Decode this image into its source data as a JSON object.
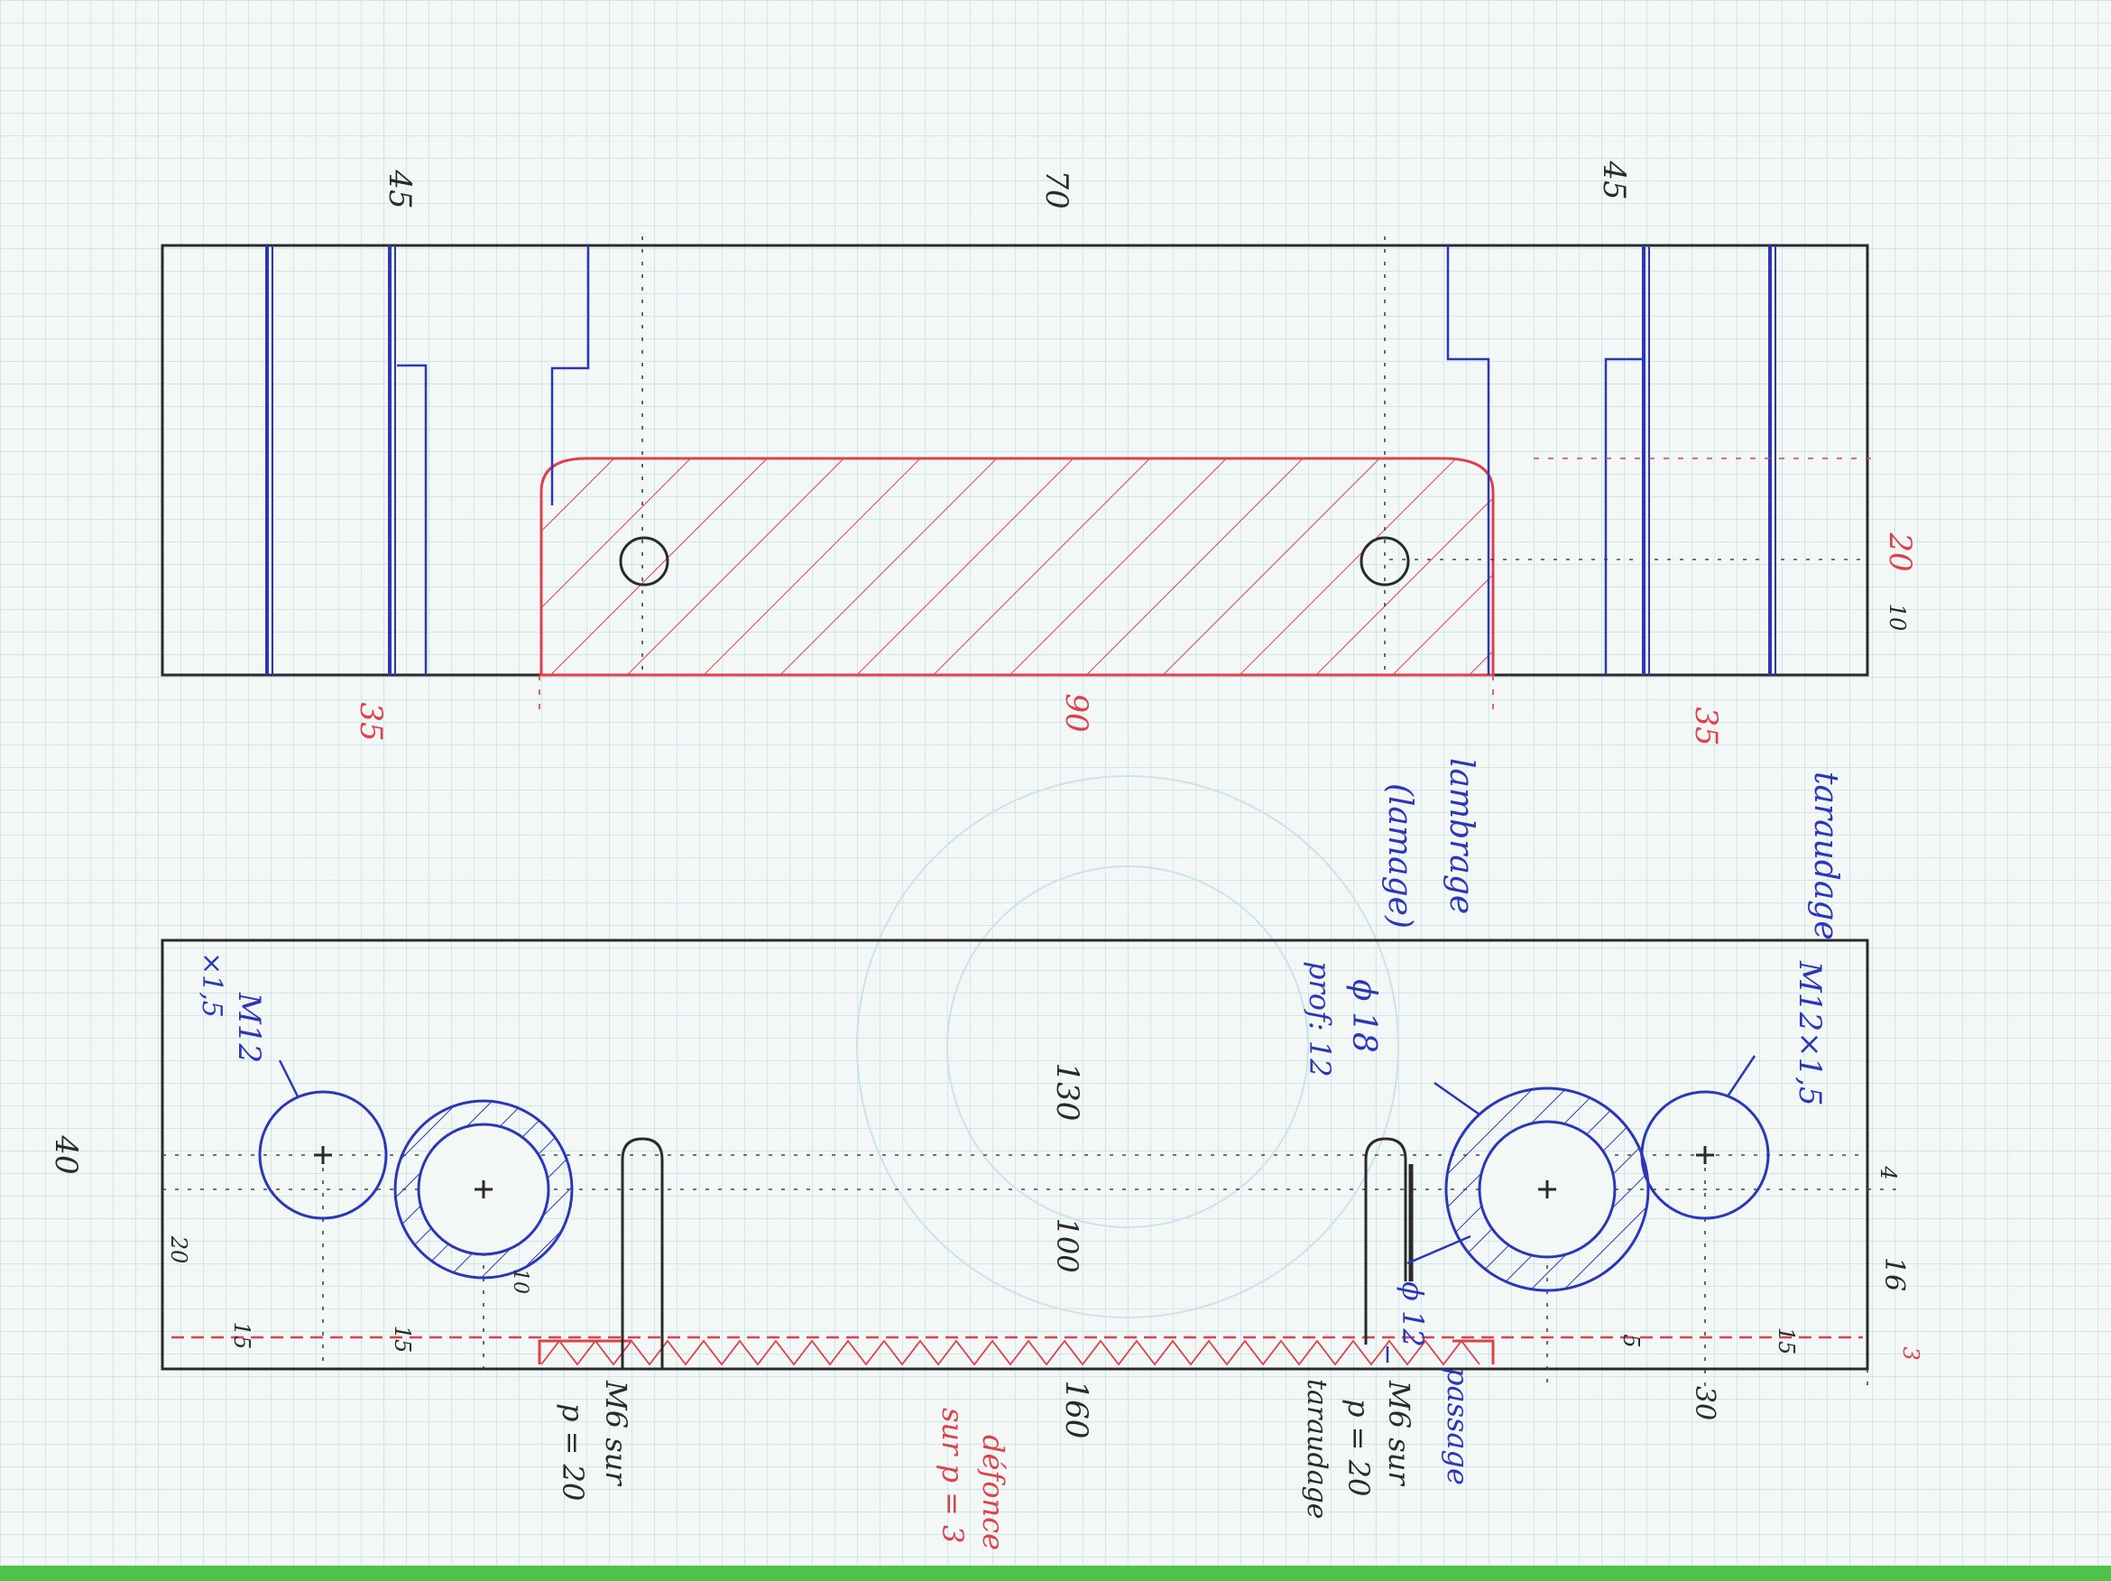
{
  "colors": {
    "paper": "#f3f8f7",
    "grid": "#b9dcdf",
    "ink_black": "#2a2a2a",
    "ink_blue": "#2b36b8",
    "ink_red": "#e0404a",
    "band_green": "#4fc24a"
  },
  "top_view": {
    "dim_left": "45",
    "dim_center": "70",
    "dim_right": "45",
    "dim_bottom_left": "35",
    "dim_bottom_center": "90",
    "dim_bottom_right": "35",
    "dim_right_red": "20",
    "dim_right_small": "10"
  },
  "notes": {
    "lamage_title": "lambrage",
    "lamage_sub": "(lamage)",
    "taraudage_top": "taraudage",
    "m12_left_a": "M12",
    "m12_left_b": "×1,5",
    "m12_right": "M12×1,5",
    "phi18": "ϕ 18",
    "prof": "prof: 12",
    "phi12": "ϕ 12",
    "passage": "passage",
    "m6_left_a": "M6 sur",
    "m6_left_b": "p = 20",
    "m6_right_a": "M6 sur",
    "m6_right_b": "p = 20",
    "m6_right_c": "taraudage",
    "defonce_a": "défonce",
    "defonce_b": "sur p = 3"
  },
  "bottom_view": {
    "dim_40": "40",
    "dim_130": "130",
    "dim_100": "100",
    "dim_160": "160",
    "dim_20": "20",
    "dim_15a": "15",
    "dim_15b": "15",
    "dim_10": "10",
    "dim_5a": "5",
    "dim_15c": "15",
    "dim_30": "30",
    "dim_16": "16",
    "dim_4": "4",
    "dim_3": "3"
  }
}
